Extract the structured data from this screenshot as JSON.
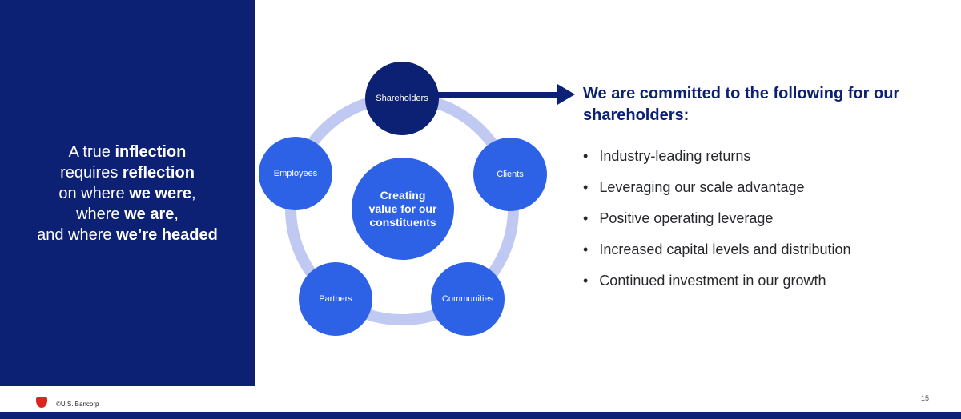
{
  "colors": {
    "navy": "#0c2074",
    "bright_blue": "#2d62e6",
    "ring_blue": "#bfc9f2",
    "logo_red": "#d9261f"
  },
  "tagline": {
    "l1_normal": "A true ",
    "l1_bold": "inflection",
    "l2_normal": "requires ",
    "l2_bold": "reflection",
    "l3_normal": "on where ",
    "l3_bold": "we were",
    "l3_suffix": ",",
    "l4_normal": "where ",
    "l4_bold": "we are",
    "l4_suffix": ",",
    "l5_normal": "and where ",
    "l5_bold": "we’re headed"
  },
  "diagram": {
    "center_lines": [
      "Creating",
      "value for our",
      "constituents"
    ],
    "nodes": [
      {
        "id": "shareholders",
        "label": "Shareholders"
      },
      {
        "id": "employees",
        "label": "Employees"
      },
      {
        "id": "clients",
        "label": "Clients"
      },
      {
        "id": "partners",
        "label": "Partners"
      },
      {
        "id": "communities",
        "label": "Communities"
      }
    ]
  },
  "right_panel": {
    "heading": "We are committed to the following for our shareholders:",
    "bullet_char": "•",
    "bullets": [
      "Industry-leading returns",
      "Leveraging our scale advantage",
      "Positive operating leverage",
      "Increased capital levels and distribution",
      "Continued investment in our growth"
    ]
  },
  "footer": {
    "copyright": "©U.S. Bancorp",
    "page_number": "15"
  }
}
